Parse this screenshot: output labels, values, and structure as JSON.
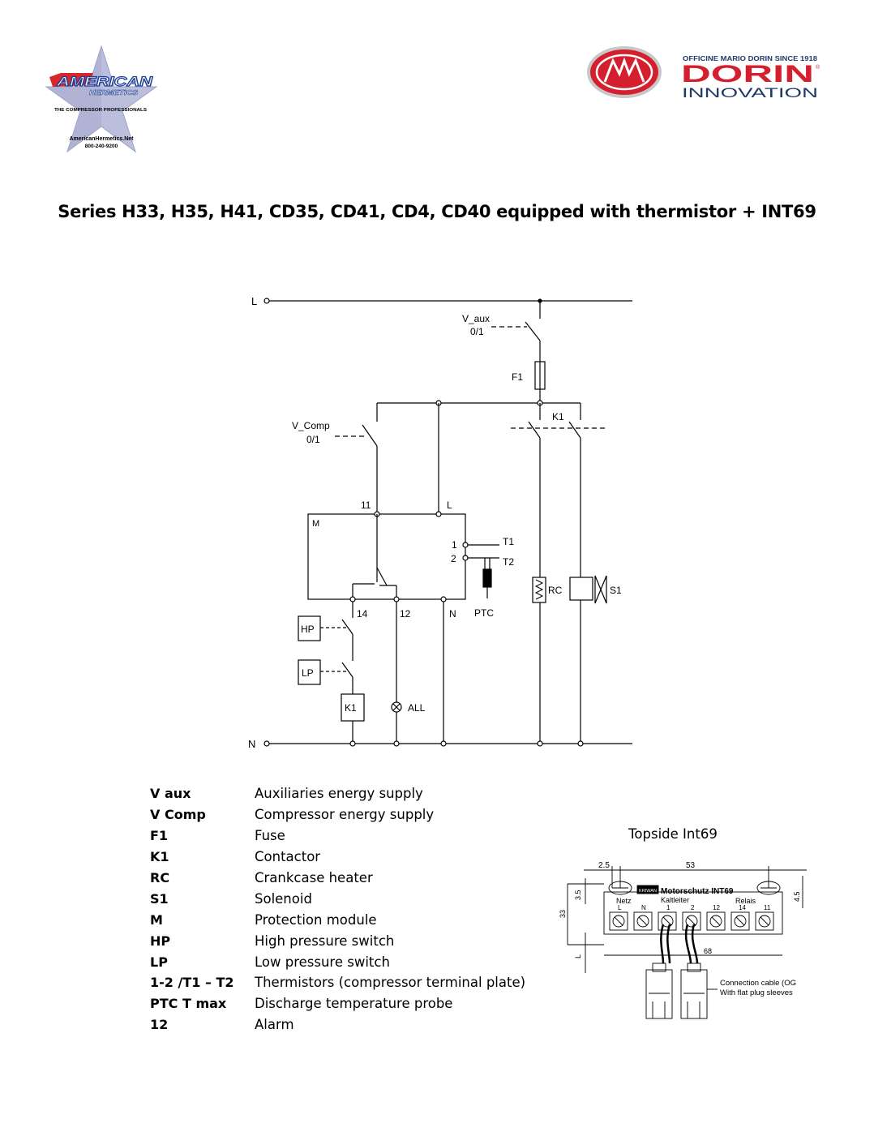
{
  "logos": {
    "american": {
      "word": "AMERICAN",
      "sub": "HERMETICS",
      "tagline": "THE COMPRESSOR PROFESSIONALS",
      "website": "AmericanHermetics.Net",
      "phone": "800-240-9200",
      "colors": {
        "red": "#d8262c",
        "blue": "#1d3f95",
        "star": "#b8b8d8"
      }
    },
    "dorin": {
      "top_line": "OFFICINE MARIO DORIN SINCE 1918",
      "brand": "DORIN",
      "registered": "®",
      "sub": "INNOVATION",
      "colors": {
        "red": "#d4202e",
        "navy": "#1f3a6b"
      }
    }
  },
  "title": "Series H33, H35, H41, CD35, CD41, CD4, CD40 equipped with thermistor + INT69",
  "schematic": {
    "rail_top": "L",
    "rail_bottom": "N",
    "v_aux": "V_aux",
    "v_aux_state": "0/1",
    "v_comp": "V_Comp",
    "v_comp_state": "0/1",
    "fuse": "F1",
    "contactor": "K1",
    "module": "M",
    "terminal_11": "11",
    "terminal_L": "L",
    "terminal_1": "1",
    "terminal_2": "2",
    "t1": "T1",
    "t2": "T2",
    "terminal_14": "14",
    "terminal_12": "12",
    "terminal_N": "N",
    "ptc": "PTC",
    "hp": "HP",
    "lp": "LP",
    "k1_coil": "K1",
    "alarm": "ALL",
    "rc": "RC",
    "s1": "S1"
  },
  "legend": [
    {
      "key": "V aux",
      "desc": "Auxiliaries energy supply"
    },
    {
      "key": "V Comp",
      "desc": "Compressor energy supply"
    },
    {
      "key": "F1",
      "desc": "Fuse"
    },
    {
      "key": "K1",
      "desc": "Contactor"
    },
    {
      "key": "RC",
      "desc": "Crankcase heater"
    },
    {
      "key": "S1",
      "desc": "Solenoid"
    },
    {
      "key": "M",
      "desc": "Protection module"
    },
    {
      "key": "HP",
      "desc": "High pressure switch"
    },
    {
      "key": "LP",
      "desc": "Low pressure switch"
    },
    {
      "key": "1-2 /T1 – T2",
      "desc": "Thermistors (compressor terminal plate)"
    },
    {
      "key": "PTC T max",
      "desc": "Discharge temperature probe"
    },
    {
      "key": "12",
      "desc": "Alarm"
    }
  ],
  "topside": {
    "title": "Topside Int69",
    "dim_25": "2.5",
    "dim_53": "53",
    "dim_35": "3.5",
    "dim_45": "4.5",
    "dim_33": "33",
    "dim_68": "68",
    "dim_l": "L",
    "brand_box": "KRIWAN",
    "product": "Motorschutz INT69",
    "netz": "Netz",
    "kaltleiter": "Kaltleiter",
    "relais": "Relais",
    "t_l": "L",
    "t_n": "N",
    "t_1": "1",
    "t_2": "2",
    "t_12": "12",
    "t_14": "14",
    "t_11": "11",
    "cable_1": "Connection cable (OG",
    "cable_2": "With flat plug sleeves"
  }
}
